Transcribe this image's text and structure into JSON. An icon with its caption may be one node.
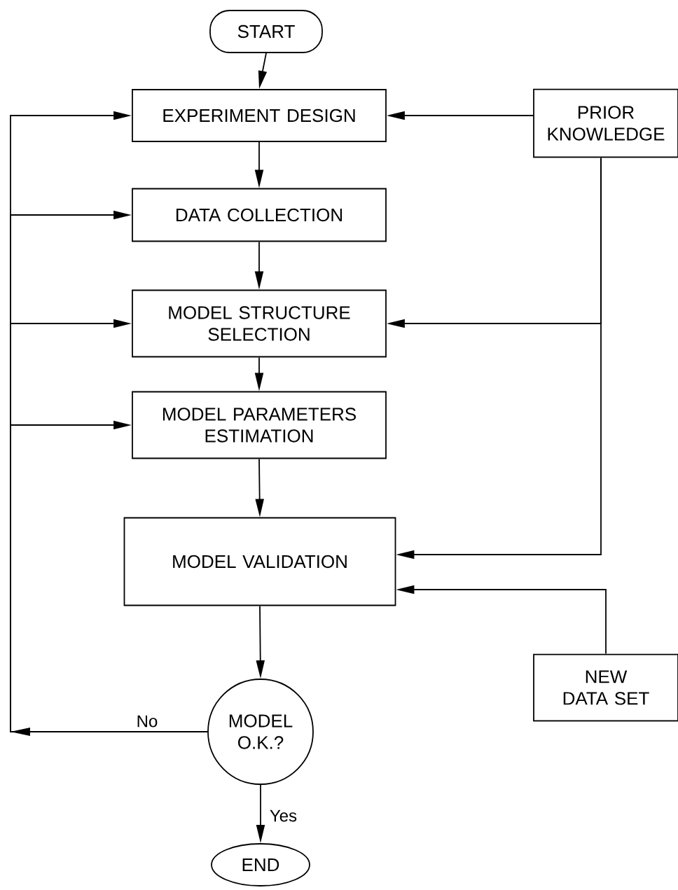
{
  "diagram": {
    "nodes": [
      {
        "text": [
          "START"
        ]
      },
      {
        "text": [
          "EXPERIMENT DESIGN"
        ]
      },
      {
        "text": [
          "DATA COLLECTION"
        ]
      },
      {
        "text": [
          "MODEL STRUCTURE SELECTION"
        ]
      },
      {
        "text": [
          "MODEL PARAMETERS ESTIMATION"
        ]
      },
      {
        "text": [
          "MODEL VALIDATION"
        ]
      },
      {
        "text": [
          "MODEL O.K.?"
        ]
      },
      {
        "text": [
          "END"
        ]
      },
      {
        "text": [
          "PRIOR KNOWLEDGE"
        ]
      },
      {
        "text": [
          "NEW DATA SET"
        ]
      }
    ],
    "edges": [
      {
        "from": 0,
        "to": 1,
        "arrow": "to"
      },
      {
        "from": 1,
        "to": 2,
        "arrow": "to"
      },
      {
        "from": 2,
        "to": 3,
        "arrow": "to"
      },
      {
        "from": 3,
        "to": 4,
        "arrow": "to"
      },
      {
        "from": 4,
        "to": 5,
        "arrow": "to"
      },
      {
        "from": 5,
        "to": 6,
        "arrow": "to"
      },
      {
        "from": 6,
        "to": 7,
        "arrow": "to",
        "label": "Yes"
      },
      {
        "from": 8,
        "to": 1,
        "arrow": "to"
      },
      {
        "from": 8,
        "to": 3,
        "arrow": "to"
      },
      {
        "from": 8,
        "to": 5,
        "arrow": "to"
      },
      {
        "from": 9,
        "to": 5,
        "arrow": "to"
      },
      {
        "from": 6,
        "to": 1,
        "arrow": "to",
        "label": "No"
      },
      {
        "from": 6,
        "to": 2,
        "arrow": "to"
      },
      {
        "from": 6,
        "to": 3,
        "arrow": "to"
      },
      {
        "from": 6,
        "to": 4,
        "arrow": "to"
      }
    ]
  }
}
